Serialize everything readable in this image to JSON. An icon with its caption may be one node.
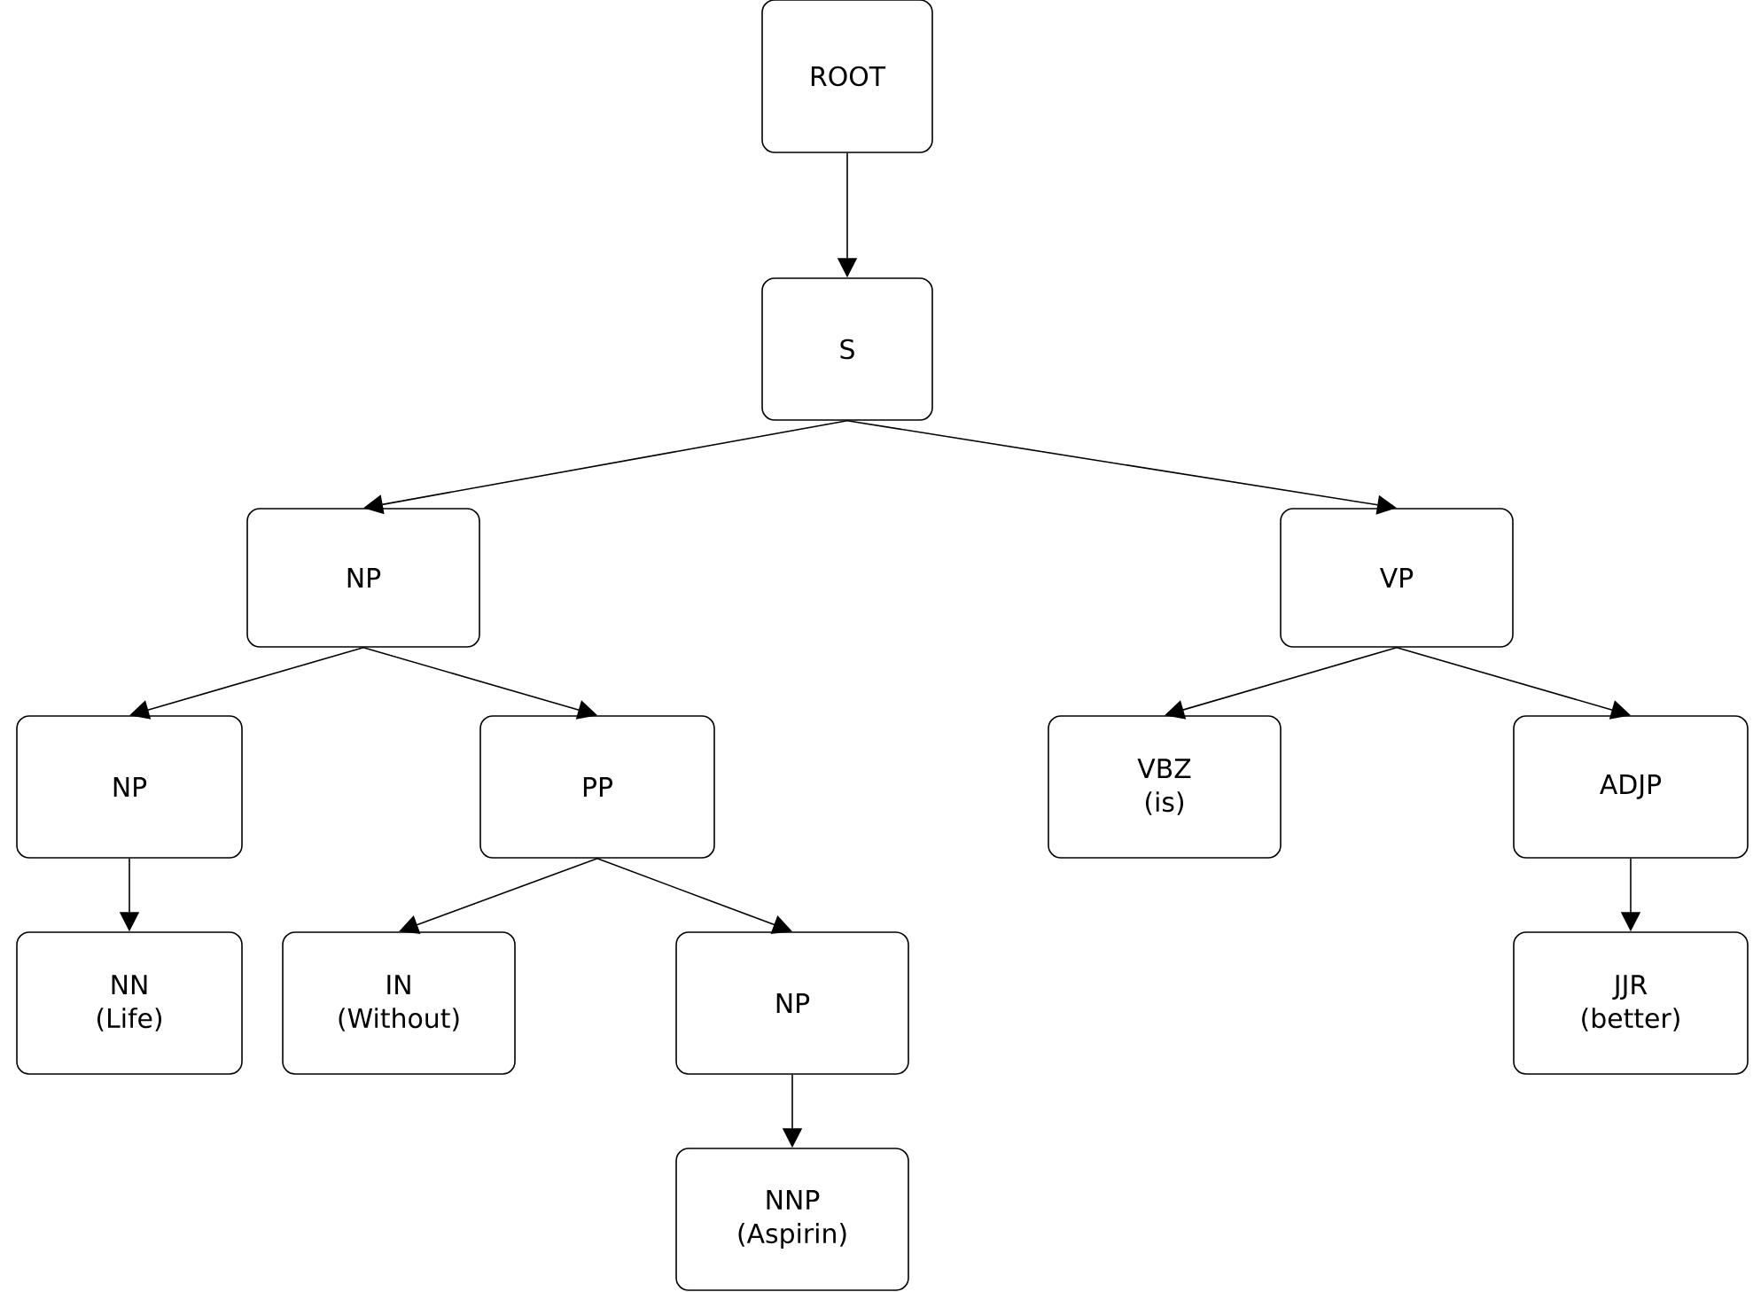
{
  "diagram": {
    "nodes": [
      {
        "text": [
          "ROOT"
        ]
      },
      {
        "text": [
          "S"
        ]
      },
      {
        "text": [
          "NP"
        ]
      },
      {
        "text": [
          "VP"
        ]
      },
      {
        "text": [
          "NP"
        ]
      },
      {
        "text": [
          "PP"
        ]
      },
      {
        "text": [
          "VBZ",
          "(is)"
        ]
      },
      {
        "text": [
          "ADJP"
        ]
      },
      {
        "text": [
          "NN",
          "(Life)"
        ]
      },
      {
        "text": [
          "IN",
          "(Without)"
        ]
      },
      {
        "text": [
          "NP"
        ]
      },
      {
        "text": [
          "JJR",
          "(better)"
        ]
      },
      {
        "text": [
          "NNP",
          "(Aspirin)"
        ]
      }
    ],
    "edges": [
      {
        "from": 0,
        "to": 1,
        "arrow": "to"
      },
      {
        "from": 1,
        "to": 2,
        "arrow": "to"
      },
      {
        "from": 1,
        "to": 3,
        "arrow": "to"
      },
      {
        "from": 2,
        "to": 4,
        "arrow": "to"
      },
      {
        "from": 2,
        "to": 5,
        "arrow": "to"
      },
      {
        "from": 3,
        "to": 6,
        "arrow": "to"
      },
      {
        "from": 3,
        "to": 7,
        "arrow": "to"
      },
      {
        "from": 4,
        "to": 8,
        "arrow": "to"
      },
      {
        "from": 5,
        "to": 9,
        "arrow": "to"
      },
      {
        "from": 5,
        "to": 10,
        "arrow": "to"
      },
      {
        "from": 7,
        "to": 11,
        "arrow": "to"
      },
      {
        "from": 10,
        "to": 12,
        "arrow": "to"
      }
    ]
  }
}
